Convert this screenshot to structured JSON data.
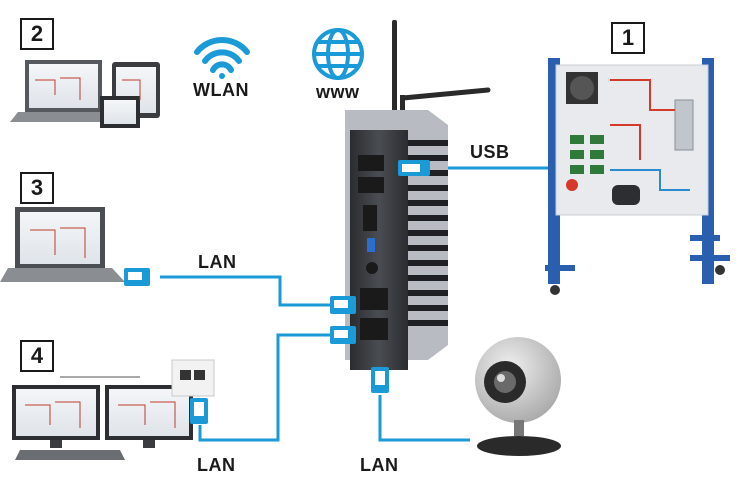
{
  "markers": {
    "m1": "1",
    "m2": "2",
    "m3": "3",
    "m4": "4"
  },
  "labels": {
    "wlan": "WLAN",
    "www": "www",
    "usb": "USB",
    "lan_laptop": "LAN",
    "lan_bottom_left": "LAN",
    "lan_camera": "LAN"
  },
  "colors": {
    "connection_line": "#1a9ad6",
    "icon_blue": "#1a9ad6",
    "device_body": "#3a3c40",
    "frame_blue": "#2a5fb0",
    "panel": "#e8eaed"
  },
  "icons": [
    "wifi-icon",
    "globe-icon",
    "usb-connector-icon",
    "rj45-connector-icon",
    "webcam-icon",
    "router-device"
  ]
}
